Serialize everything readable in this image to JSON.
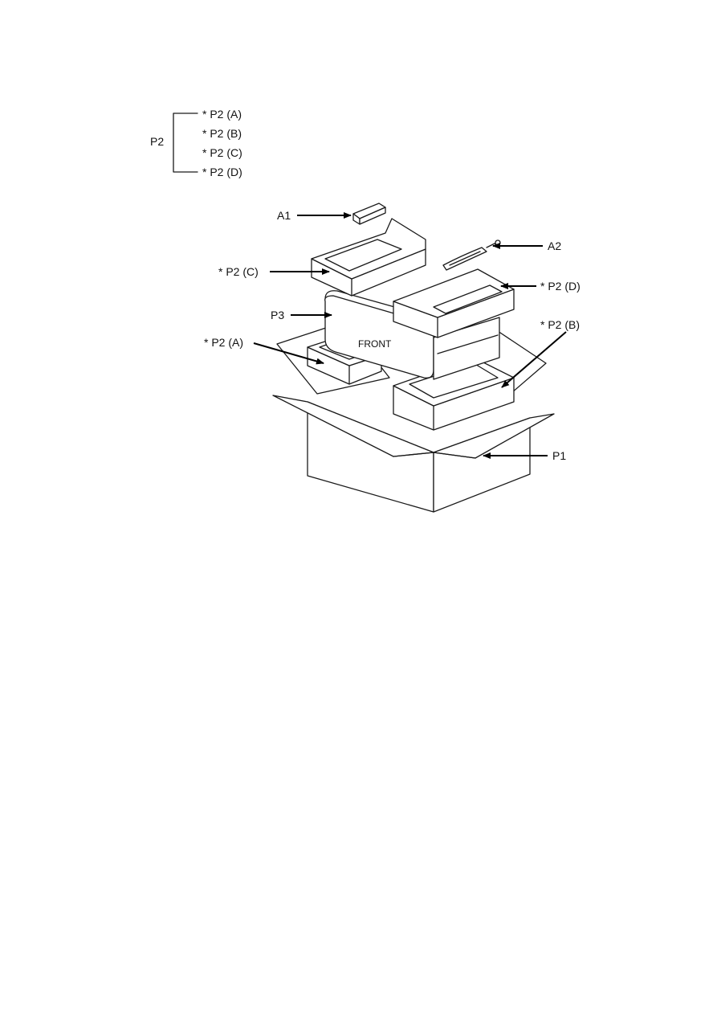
{
  "legend": {
    "group_label": "P2",
    "items": [
      "* P2 (A)",
      "* P2 (B)",
      "* P2 (C)",
      "* P2 (D)"
    ]
  },
  "callouts": {
    "a1": "A1",
    "a2": "A2",
    "p2c": "* P2 (C)",
    "p2d": "* P2 (D)",
    "p3": "P3",
    "p2a": "* P2 (A)",
    "p2b": "* P2 (B)",
    "p1": "P1"
  },
  "body_text": {
    "front": "FRONT"
  }
}
